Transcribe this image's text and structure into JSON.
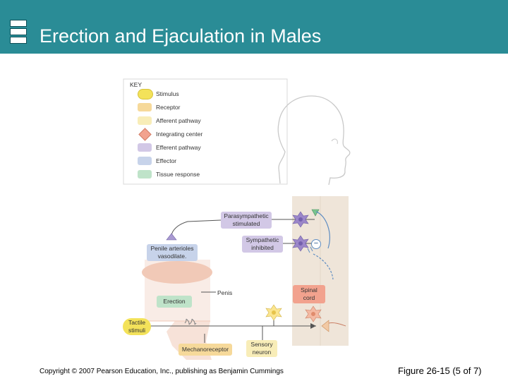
{
  "header": {
    "title": "Erection and Ejaculation in Males"
  },
  "key": {
    "title": "KEY",
    "items": [
      {
        "label": "Stimulus",
        "color": "#f3e25a"
      },
      {
        "label": "Receptor",
        "color": "#f6d99a"
      },
      {
        "label": "Afferent pathway",
        "color": "#f8edb8"
      },
      {
        "label": "Integrating center",
        "color": "#f2a28e"
      },
      {
        "label": "Efferent pathway",
        "color": "#d2c8e6"
      },
      {
        "label": "Effector",
        "color": "#c7d3ea"
      },
      {
        "label": "Tissue response",
        "color": "#bfe3c9"
      }
    ]
  },
  "diagram": {
    "parasympathetic": "Parasympathetic stimulated",
    "sympathetic": "Sympathetic inhibited",
    "penile_arterioles": "Penile arterioles vasodilate.",
    "penis": "Penis",
    "erection": "Erection",
    "spinal_cord": "Spinal cord",
    "tactile_stimuli": "Tactile stimuli",
    "mechanoreceptor": "Mechanoreceptor",
    "sensory_neuron": "Sensory neuron",
    "inhibit_sign": "−"
  },
  "footer": {
    "copyright": "Copyright © 2007 Pearson Education, Inc., publishing as Benjamin Cummings",
    "figure": "Figure 26-15 (5 of 7)"
  }
}
